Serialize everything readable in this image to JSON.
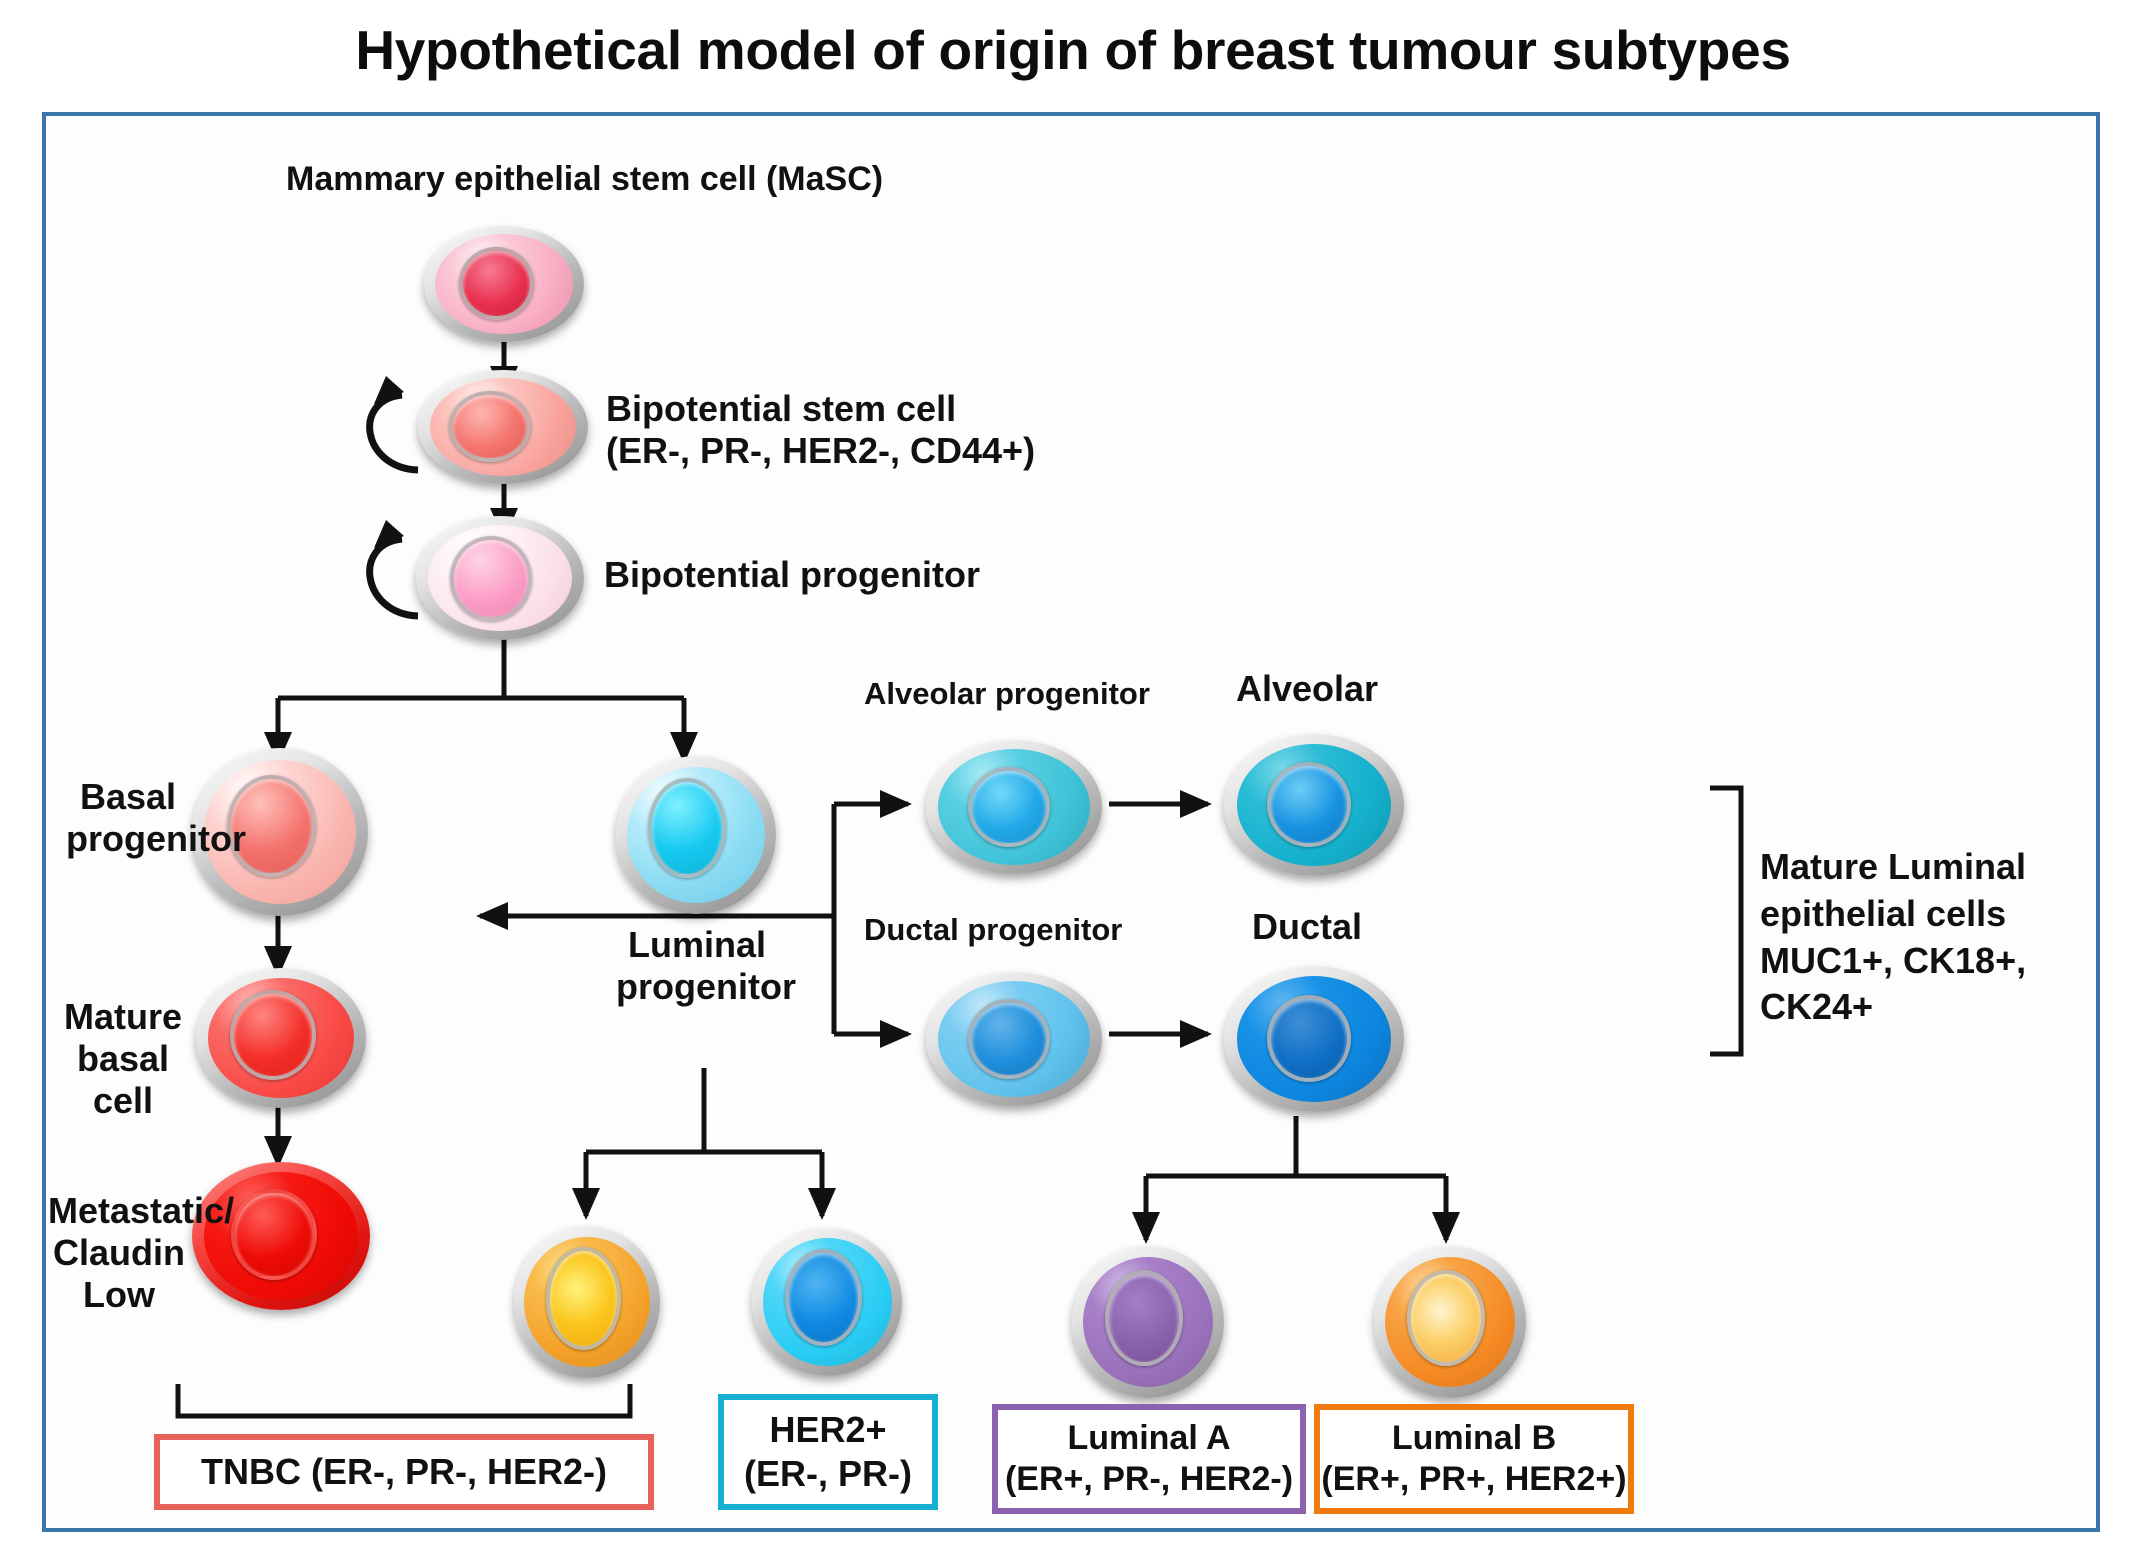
{
  "title": "Hypothetical model of origin of breast tumour subtypes",
  "frame": {
    "border_color": "#3a75ab"
  },
  "labels": {
    "masc": "Mammary epithelial stem cell (MaSC)",
    "bipotential_stem_cell": "Bipotential stem cell\n(ER-, PR-, HER2-, CD44+)",
    "bipotential_progenitor": "Bipotential progenitor",
    "basal_progenitor": "Basal\nprogenitor",
    "mature_basal_cell": "Mature\nbasal cell",
    "metastatic_claudin_low": "Metastatic/\nClaudin Low",
    "luminal_progenitor": "Luminal\nprogenitor",
    "alveolar_progenitor": "Alveolar progenitor",
    "ductal_progenitor": "Ductal progenitor",
    "alveolar": "Alveolar",
    "ductal": "Ductal",
    "mature_luminal": "Mature Luminal\nepithelial cells\nMUC1+, CK18+, CK24+"
  },
  "subtype_boxes": [
    {
      "id": "tnbc",
      "text": "TNBC (ER-, PR-, HER2-)",
      "border_color": "#e8615a"
    },
    {
      "id": "her2",
      "text": "HER2+\n(ER-, PR-)",
      "border_color": "#17b0d4"
    },
    {
      "id": "luminal_a",
      "text": "Luminal A\n(ER+, PR-, HER2-)",
      "border_color": "#8a62b0"
    },
    {
      "id": "luminal_b",
      "text": "Luminal B\n(ER+, PR+, HER2+)",
      "border_color": "#f2790c"
    }
  ],
  "cells": [
    {
      "id": "masc",
      "body_color": "#f9aec4",
      "nucleus_color": "#e8304f"
    },
    {
      "id": "bipotential-stem-cell",
      "body_color": "#f9a49e",
      "nucleus_color": "#f4746e"
    },
    {
      "id": "bipotential-progenitor",
      "body_color": "#fbe3ea",
      "nucleus_color": "#fb9dc5"
    },
    {
      "id": "basal-progenitor",
      "body_color": "#fab3ad",
      "nucleus_color": "#f4726c"
    },
    {
      "id": "mature-basal-cell",
      "body_color": "#fa4a46",
      "nucleus_color": "#f42e28"
    },
    {
      "id": "metastatic-claudin-low",
      "body_color": "#f40d08",
      "nucleus_color": "#e60a05"
    },
    {
      "id": "luminal-progenitor",
      "body_color": "#8adcf3",
      "nucleus_color": "#16c9f0"
    },
    {
      "id": "alveolar-progenitor",
      "body_color": "#3fc3d8",
      "nucleus_color": "#21a8e8"
    },
    {
      "id": "alveolar",
      "body_color": "#14b0cc",
      "nucleus_color": "#1792e0"
    },
    {
      "id": "ductal-progenitor",
      "body_color": "#5fc2ec",
      "nucleus_color": "#1e8fdd"
    },
    {
      "id": "ductal",
      "body_color": "#0d86e0",
      "nucleus_color": "#0f6fc6"
    },
    {
      "id": "tnbc-orange",
      "body_color": "#f4a12a",
      "nucleus_color": "#fbc61c"
    },
    {
      "id": "her2-cell",
      "body_color": "#29cdf4",
      "nucleus_color": "#108ae2"
    },
    {
      "id": "luminal-a-cell",
      "body_color": "#9a72bc",
      "nucleus_color": "#8a63ae"
    },
    {
      "id": "luminal-b-cell",
      "body_color": "#f58a24",
      "nucleus_color": "#fcd26e"
    }
  ]
}
